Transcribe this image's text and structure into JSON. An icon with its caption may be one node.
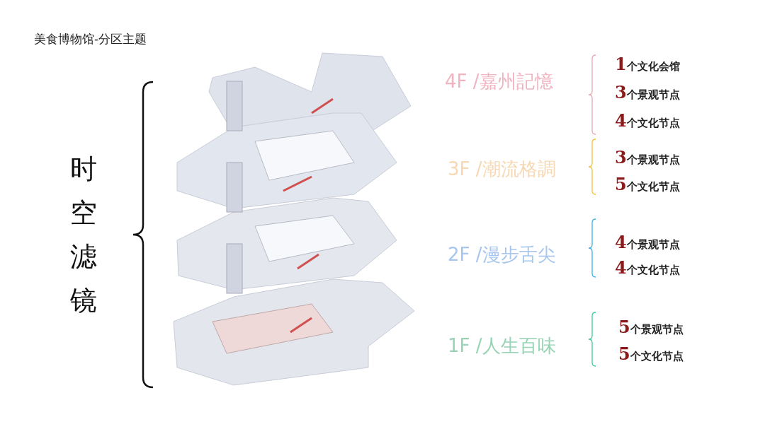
{
  "diagram": {
    "title": "美食博物馆-分区主题",
    "labels": [
      "时空滤镜",
      "4F /嘉州記憶",
      "1个文化会馆",
      "3个景观节点",
      "4个文化节点",
      "3F /潮流格調",
      "3个景观节点",
      "5个文化节点",
      "2F /漫步舌尖",
      "4个景观节点",
      "4个文化节点",
      "1F /人生百味",
      "5个景观节点",
      "5个文化节点"
    ]
  }
}
